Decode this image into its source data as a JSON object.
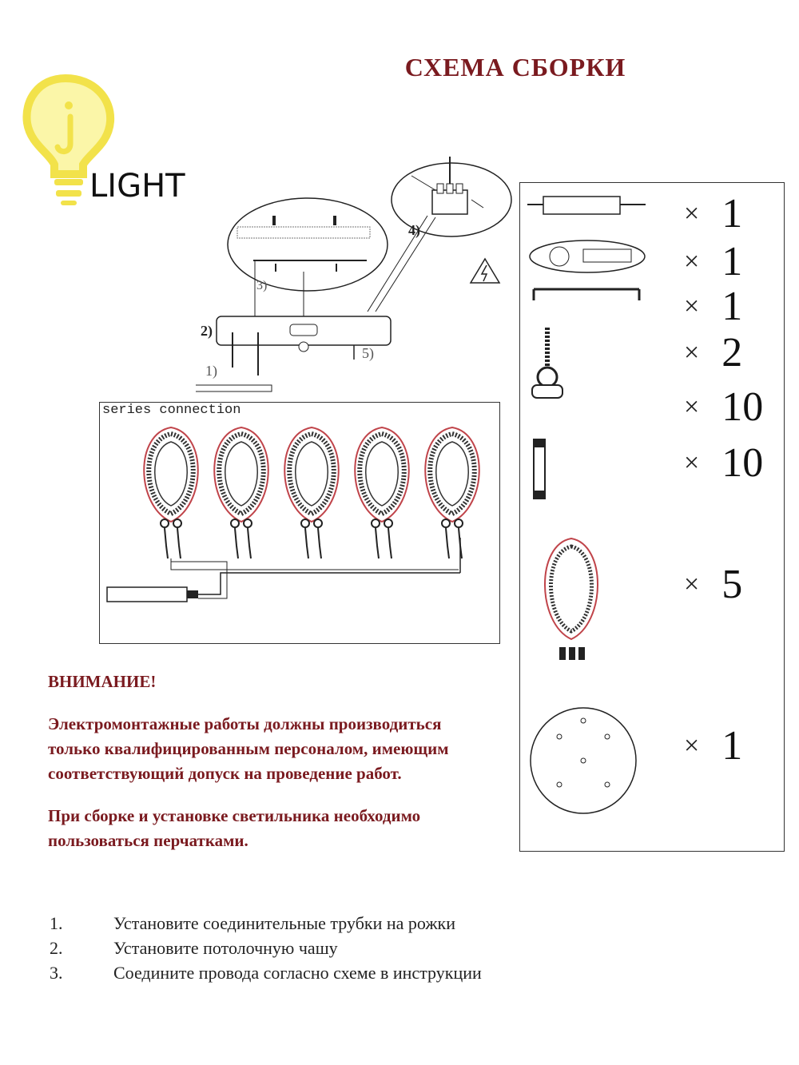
{
  "title": "СХЕМА СБОРКИ",
  "logo": {
    "text": "LIGHT",
    "letter": "j"
  },
  "assembly": {
    "labels": [
      "1)",
      "2)",
      "3)",
      "4)",
      "5)"
    ]
  },
  "series": {
    "label": "series connection"
  },
  "parts": [
    {
      "icon": "driver-icon",
      "sign": "×",
      "qty": "1"
    },
    {
      "icon": "remote-control-icon",
      "sign": "×",
      "qty": "1"
    },
    {
      "icon": "mounting-bar-icon",
      "sign": "×",
      "qty": "1"
    },
    {
      "icon": "hook-screw-icon",
      "sign": "×",
      "qty": "2"
    },
    {
      "icon": "nut-icon",
      "sign": "×",
      "qty": "10"
    },
    {
      "icon": "threaded-tube-icon",
      "sign": "×",
      "qty": "10"
    },
    {
      "icon": "ring-light-icon",
      "sign": "×",
      "qty": "5"
    },
    {
      "icon": "ceiling-plate-icon",
      "sign": "×",
      "qty": "1"
    }
  ],
  "warning": {
    "heading": "ВНИМАНИЕ!",
    "para1": "Электромонтажные работы должны производиться только квалифицированным персоналом, имеющим соответствующий допуск на проведение работ.",
    "para2": "При сборке и установке светильника необходимо пользоваться перчатками."
  },
  "steps": [
    {
      "num": "1.",
      "text": "Установите соединительные трубки на рожки"
    },
    {
      "num": "2.",
      "text": "Установите потолочную чашу"
    },
    {
      "num": "3.",
      "text": "Соедините провода согласно схеме в инструкции"
    }
  ],
  "colors": {
    "title": "#7a1a1f",
    "logo": "#f2e24a",
    "ring": "#c0444a"
  }
}
